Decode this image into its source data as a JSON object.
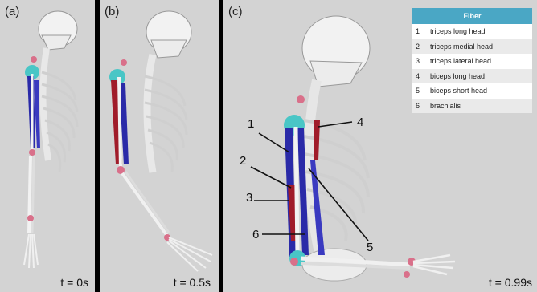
{
  "panels": [
    {
      "label": "(a)",
      "time": "t = 0s"
    },
    {
      "label": "(b)",
      "time": "t = 0.5s"
    },
    {
      "label": "(c)",
      "time": "t = 0.99s"
    }
  ],
  "legend": {
    "header": "Fiber",
    "rows": [
      {
        "num": "1",
        "name": "triceps long head"
      },
      {
        "num": "2",
        "name": "triceps medial head"
      },
      {
        "num": "3",
        "name": "triceps lateral head"
      },
      {
        "num": "4",
        "name": "biceps long head"
      },
      {
        "num": "5",
        "name": "biceps short head"
      },
      {
        "num": "6",
        "name": "brachialis"
      }
    ]
  },
  "callouts": [
    "1",
    "2",
    "3",
    "4",
    "5",
    "6"
  ],
  "colors": {
    "background": "#d3d3d3",
    "bone": "#f2f2f2",
    "muscle_blue": "#2a2aa8",
    "muscle_red": "#a01c2a",
    "joint_cyan": "#49c6c6",
    "marker_pink": "#d9708a",
    "legend_header": "#4aa7c5"
  }
}
